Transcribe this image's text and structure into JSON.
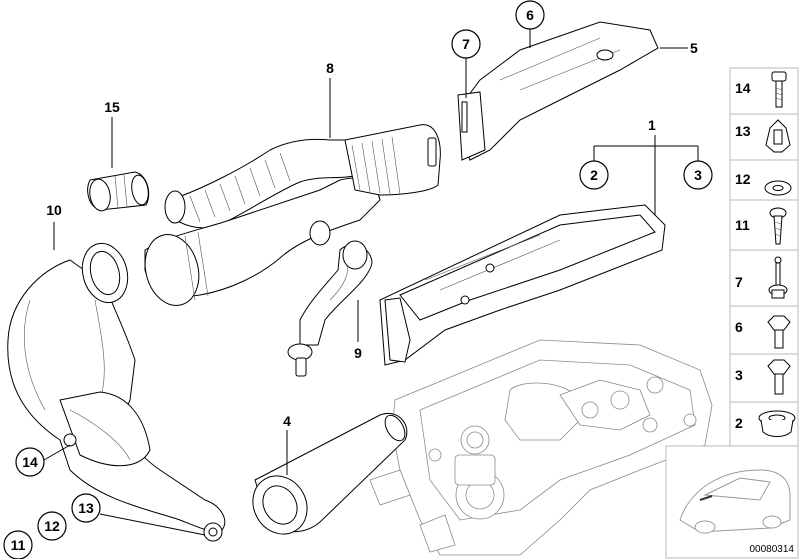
{
  "callouts": {
    "c1": "1",
    "c2": "2",
    "c3": "3",
    "c4": "4",
    "c5": "5",
    "c6": "6",
    "c7": "7",
    "c8": "8",
    "c9": "9",
    "c10": "10",
    "c11": "11",
    "c12": "12",
    "c13": "13",
    "c14": "14",
    "c15": "15"
  },
  "legend": [
    "14",
    "13",
    "12",
    "11",
    "7",
    "6",
    "3",
    "2"
  ],
  "reference_number": "00080314",
  "icons": [
    "bolt-icon",
    "clip-nut-icon",
    "washer-icon",
    "screw-icon",
    "pin-icon",
    "flange-bolt-icon",
    "hex-bolt-icon",
    "grommet-icon",
    "car-thumbnail-icon"
  ]
}
